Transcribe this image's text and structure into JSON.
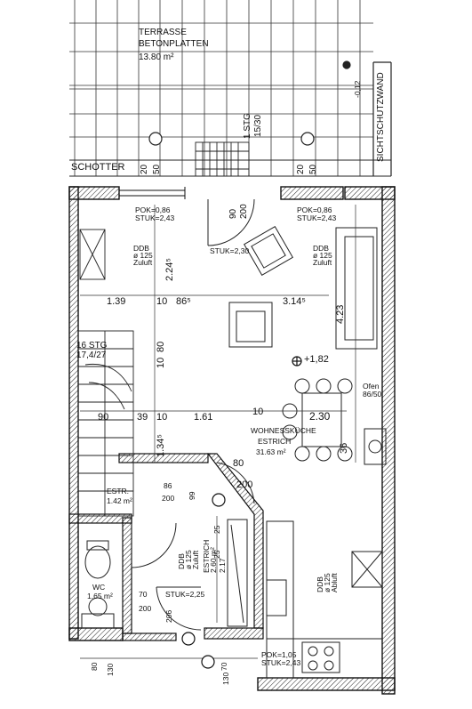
{
  "terrace": {
    "title": "TERRASSE",
    "material": "BETONPLATTEN",
    "area": "13.80 m²"
  },
  "gravel": {
    "label": "SCHOTTER"
  },
  "privacy_wall": {
    "label": "SICHTSCHUTZWAND"
  },
  "exterior_stair": {
    "label": "1 STG",
    "ratio": "15/30"
  },
  "levels": {
    "terrace": "-0,12",
    "living": "+1,82"
  },
  "outer_dims": {
    "d1": "20",
    "d2": "50",
    "d3": "90",
    "d4": "200",
    "d5": "20",
    "d6": "50"
  },
  "window_left": {
    "pok": "POK=0,86",
    "stuk": "STUK=2,43"
  },
  "window_right": {
    "pok": "POK=0,86",
    "stuk": "STUK=2,43"
  },
  "door_main": {
    "stuk": "STUK=2,30"
  },
  "duct_left": {
    "code": "DDB",
    "dia": "ø 125",
    "type": "Zuluft"
  },
  "duct_right": {
    "code": "DDB",
    "dia": "ø 125",
    "type": "Zuluft"
  },
  "duct_kitchen": {
    "code": "DDB",
    "dia": "ø 125",
    "type": "Abluft"
  },
  "duct_hall": {
    "code": "DDB",
    "dia": "ø 125",
    "type": "Zuluft"
  },
  "dims": {
    "h_224": "2.24⁵",
    "w_139": "1.39",
    "w_10a": "10",
    "w_865": "86⁵",
    "w_3145": "3.14⁵",
    "h_423": "4.23",
    "w_90": "90",
    "w_39": "39",
    "w_10b": "10",
    "w_161": "1.61",
    "w_10c": "10",
    "w_230": "2.30",
    "h_1345": "1.34⁵",
    "h_10": "10",
    "h_80": "80",
    "h_36": "36",
    "d_80": "80",
    "d_200": "200",
    "w_86": "86",
    "w_200b": "200",
    "w_99": "99",
    "h_25": "25",
    "h_25b": "25",
    "w_70": "70",
    "w_200c": "200",
    "h_206": "206",
    "b_80": "80",
    "b_130": "130",
    "b_70": "70",
    "b_130b": "130"
  },
  "stair": {
    "label": "16 STG",
    "ratio": "17,4/27"
  },
  "living": {
    "name": "WOHNESSKÜCHE",
    "floor": "ESTRICH",
    "area": "31.63 m²"
  },
  "stove": {
    "name": "Ofen",
    "dims": "86/50"
  },
  "storage": {
    "name": "ESTR.",
    "area": "1.42 m²"
  },
  "hall": {
    "name": "ESTRICH",
    "size": "2.60 m²",
    "height": "2.17"
  },
  "wc": {
    "name": "WC",
    "area": "1.65 m²"
  },
  "door_hall": {
    "stuk": "STUK=2,25"
  },
  "window_bottom": {
    "pok": "POK=1,05",
    "stuk": "STUK=2,43"
  }
}
